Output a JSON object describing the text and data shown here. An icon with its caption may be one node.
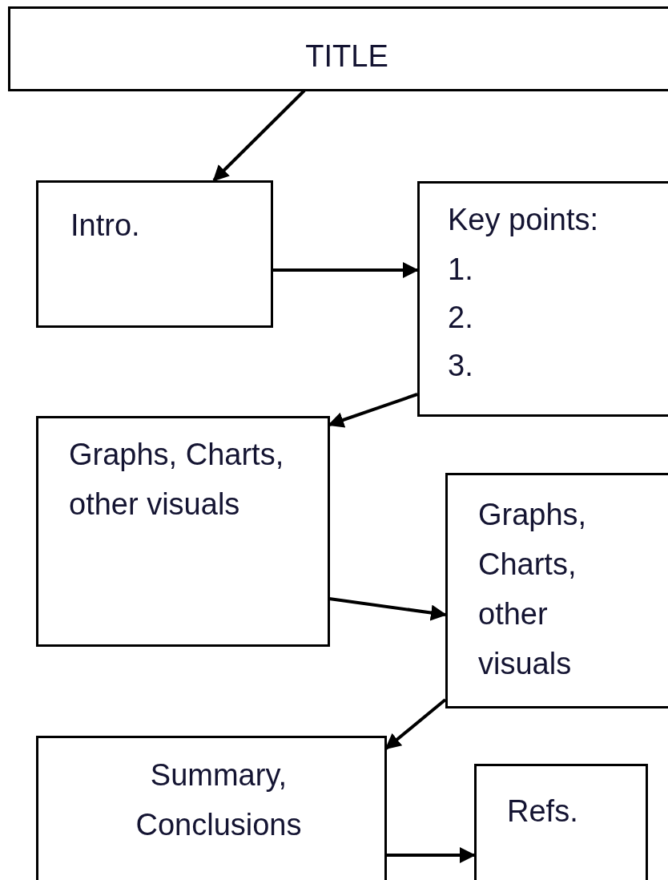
{
  "diagram": {
    "nodes": [
      {
        "text": [
          "TITLE"
        ]
      },
      {
        "text": [
          "Intro."
        ]
      },
      {
        "text": [
          "Key points:",
          "1.",
          "2.",
          "3."
        ]
      },
      {
        "text": [
          "Graphs, Charts, other visuals"
        ]
      },
      {
        "text": [
          "Graphs, Charts, other visuals"
        ]
      },
      {
        "text": [
          "Summary, Conclusions"
        ]
      },
      {
        "text": [
          "Refs."
        ]
      }
    ],
    "edges": [
      {
        "from": 0,
        "to": 1,
        "arrow": "to"
      },
      {
        "from": 1,
        "to": 2,
        "arrow": "to"
      },
      {
        "from": 2,
        "to": 3,
        "arrow": "to"
      },
      {
        "from": 3,
        "to": 4,
        "arrow": "to"
      },
      {
        "from": 4,
        "to": 5,
        "arrow": "to"
      },
      {
        "from": 5,
        "to": 6,
        "arrow": "to"
      }
    ]
  }
}
